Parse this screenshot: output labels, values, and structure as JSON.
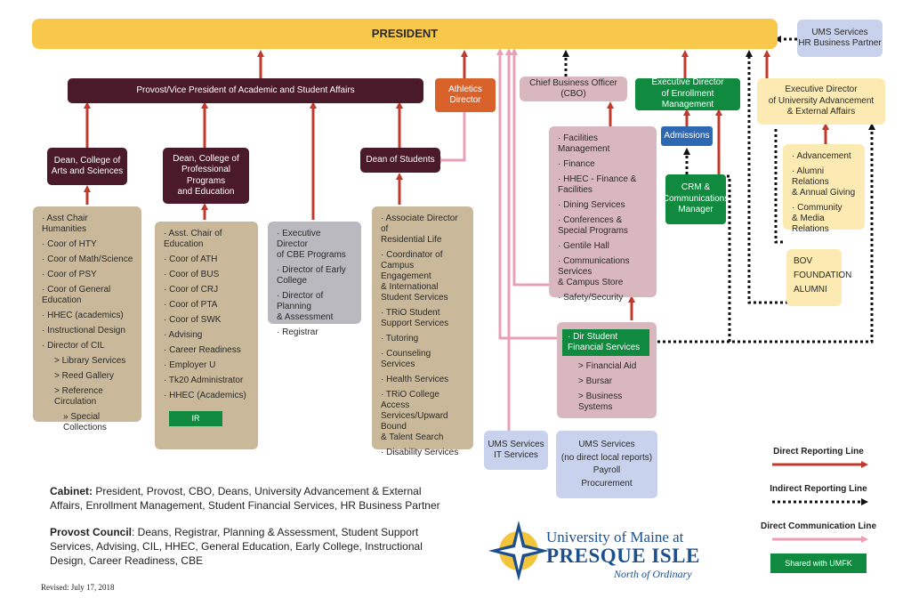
{
  "colors": {
    "direct": "#c0392b",
    "indirect": "#111111",
    "communication": "#e9a0b5",
    "shared": "#0f8a3f"
  },
  "boxes": {
    "president": "PRESIDENT",
    "ums_hr": "UMS Services\nHR Business Partner",
    "provost": "Provost/Vice President of Academic and Student Affairs",
    "athletics": "Athletics\nDirector",
    "cbo": "Chief Business Officer (CBO)",
    "enrollment": "Executive Director\nof Enrollment Management",
    "advancement": "Executive Director\nof University Advancement\n& External Affairs",
    "dean_arts": "Dean, College of\nArts and Sciences",
    "dean_prof": "Dean, College of\nProfessional Programs\nand Education",
    "dean_students": "Dean of Students",
    "admissions": "Admissions",
    "crm": "CRM &\nCommunications\nManager",
    "bov": "BOV\nFOUNDATION\nALUMNI",
    "ums_it": "UMS Services\nIT Services",
    "ums_payroll": "UMS Services\n(no direct local reports)\nPayroll\nProcurement"
  },
  "lists": {
    "arts": [
      "· Asst Chair Humanities",
      "· Coor of HTY",
      "· Coor of Math/Science",
      "· Coor of PSY",
      "· Coor of General Education",
      "· HHEC (academics)",
      "· Instructional Design",
      "· Director of CIL"
    ],
    "arts_sub": [
      "> Library Services",
      "> Reed Gallery",
      "> Reference Circulation"
    ],
    "arts_subsub": [
      "» Special Collections"
    ],
    "prof": [
      "· Asst. Chair of Education",
      "· Coor of ATH",
      "· Coor of BUS",
      "· Coor of CRJ",
      "· Coor of PTA",
      "· Coor of SWK",
      "· Advising",
      "· Career Readiness",
      "· Employer U",
      "· Tk20 Administrator",
      "· HHEC (Academics)"
    ],
    "prof_ir": "IR",
    "cbe": [
      "· Executive Director\n  of CBE Programs",
      "· Director of Early College",
      "· Director of Planning\n  & Assessment",
      "· Registrar"
    ],
    "students": [
      "· Associate Director of\n  Residential Life",
      "· Coordinator of\n  Campus Engagement\n  & International\n  Student Services",
      "· TRiO Student\n  Support Services",
      "· Tutoring",
      "· Counseling Services",
      "· Health Services",
      "· TRiO College Access\n  Services/Upward Bound\n  & Talent Search",
      "· Disability Services"
    ],
    "facilities": [
      "· Facilities Management",
      "· Finance",
      "· HHEC - Finance & Facilities",
      "· Dining Services",
      "· Conferences &\n  Special Programs",
      "· Gentile Hall",
      "· Communications Services\n  & Campus Store",
      "· Safety/Security"
    ],
    "advancement": [
      "· Advancement",
      "· Alumni Relations\n  & Annual Giving",
      "· Community\n  & Media Relations"
    ],
    "finaid_head": "· Dir Student\n  Financial Services",
    "finaid": [
      "> Financial Aid",
      "> Bursar",
      "> Business Systems"
    ]
  },
  "legend": {
    "direct": "Direct Reporting Line",
    "indirect": "Indirect Reporting Line",
    "communication": "Direct Communication Line",
    "shared": "Shared with UMFK"
  },
  "notes": {
    "cabinet_label": "Cabinet:",
    "cabinet_text": " President, Provost, CBO, Deans, University Advancement & External Affairs, Enrollment Management, Student Financial Services, HR Business Partner",
    "council_label": "Provost Council",
    "council_text": ": Deans, Registrar, Planning & Assessment, Student Support Services, Advising, CIL, HHEC, General Education, Early College, Instructional Design, Career Readiness, CBE",
    "revised": "Revised: July 17, 2018"
  },
  "logo": {
    "line1": "University of Maine at",
    "line2": "PRESQUE ISLE",
    "line3": "North of Ordinary"
  }
}
